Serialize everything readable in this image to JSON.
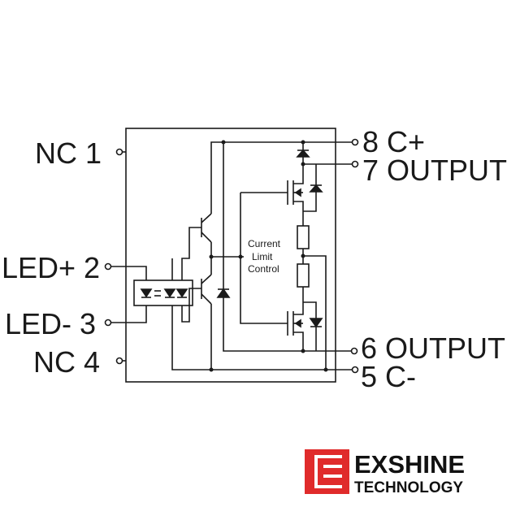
{
  "pins": {
    "nc1": "NC 1",
    "led_plus": "LED+ 2",
    "led_minus": "LED- 3",
    "nc4": "NC 4",
    "c_plus": "8 C+",
    "output7": "7 OUTPUT",
    "output6": "6 OUTPUT",
    "c_minus": "5 C-"
  },
  "control_block": {
    "line1": "Current",
    "line2": "Limit",
    "line3": "Control"
  },
  "logo": {
    "name": "EXSHINE",
    "subtitle": "TECHNOLOGY",
    "accent_color": "#e02b2b"
  },
  "colors": {
    "stroke": "#1a1a1a"
  }
}
